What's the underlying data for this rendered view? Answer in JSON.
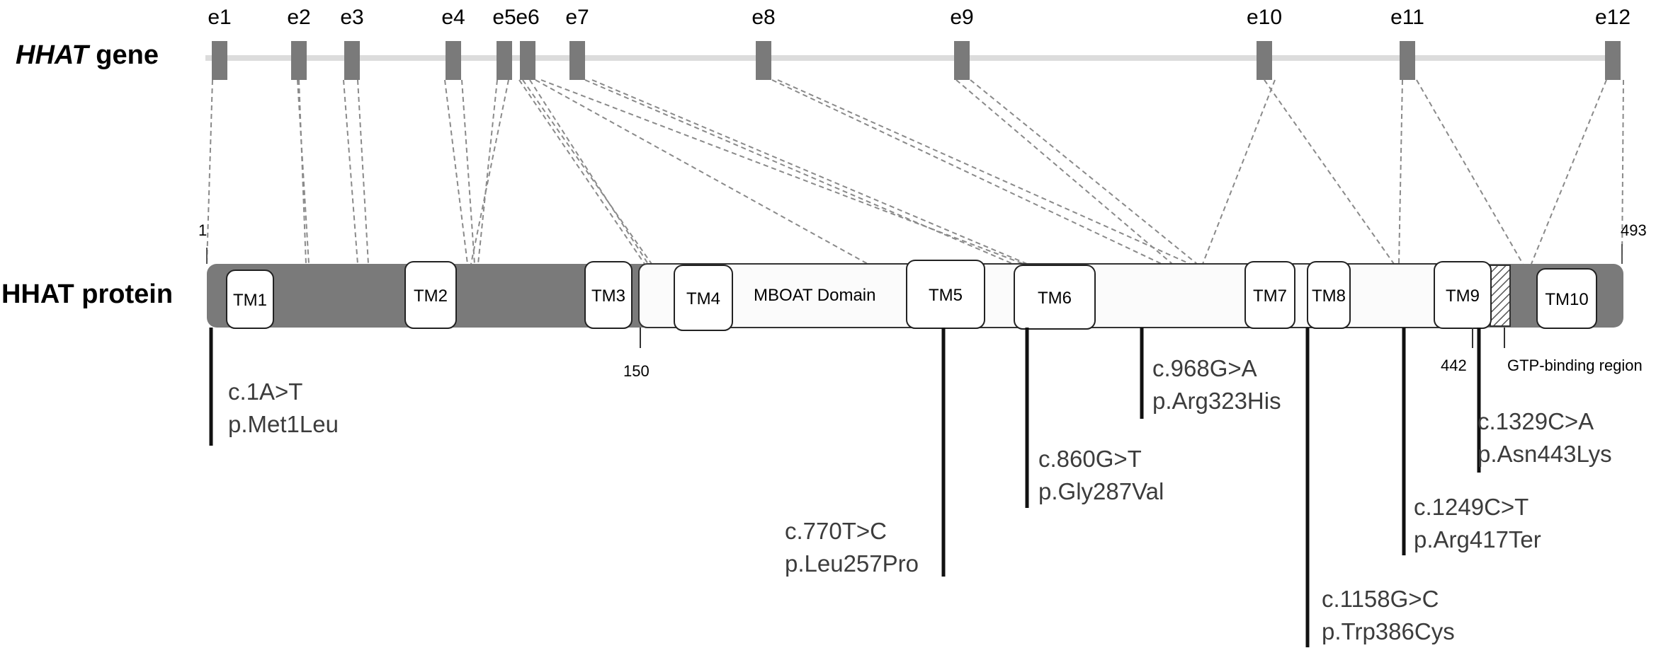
{
  "gene": {
    "label_italic": "HHAT",
    "label_rest": " gene",
    "exons": [
      {
        "label": "e1"
      },
      {
        "label": "e2"
      },
      {
        "label": "e3"
      },
      {
        "label": "e4"
      },
      {
        "label": "e5"
      },
      {
        "label": "e6"
      },
      {
        "label": "e7"
      },
      {
        "label": "e8"
      },
      {
        "label": "e9"
      },
      {
        "label": "e10"
      },
      {
        "label": "e11"
      },
      {
        "label": "e12"
      }
    ]
  },
  "protein": {
    "label": "HHAT protein",
    "start_label": "1",
    "end_label": "493",
    "pos150_label": "150",
    "pos442_label": "442",
    "mboat_label": "MBOAT Domain",
    "gtp_label": "GTP-binding region",
    "tm": [
      "TM1",
      "TM2",
      "TM3",
      "TM4",
      "TM5",
      "TM6",
      "TM7",
      "TM8",
      "TM9",
      "TM10"
    ]
  },
  "variants": [
    {
      "c": "c.1A>T",
      "p": "p.Met1Leu"
    },
    {
      "c": "c.770T>C",
      "p": "p.Leu257Pro"
    },
    {
      "c": "c.860G>T",
      "p": "p.Gly287Val"
    },
    {
      "c": "c.968G>A",
      "p": "p.Arg323His"
    },
    {
      "c": "c.1158G>C",
      "p": "p.Trp386Cys"
    },
    {
      "c": "c.1249C>T",
      "p": "p.Arg417Ter"
    },
    {
      "c": "c.1329C>A",
      "p": "p.Asn443Lys"
    }
  ],
  "colors": {
    "exon": "#7a7a7a",
    "gene_line": "#dcdcdc",
    "protein_dark": "#7a7a7a",
    "protein_light": "#fbfbfb",
    "dash": "#8a8a8a",
    "text": "#000000",
    "variant_text": "#3c3c3c"
  }
}
